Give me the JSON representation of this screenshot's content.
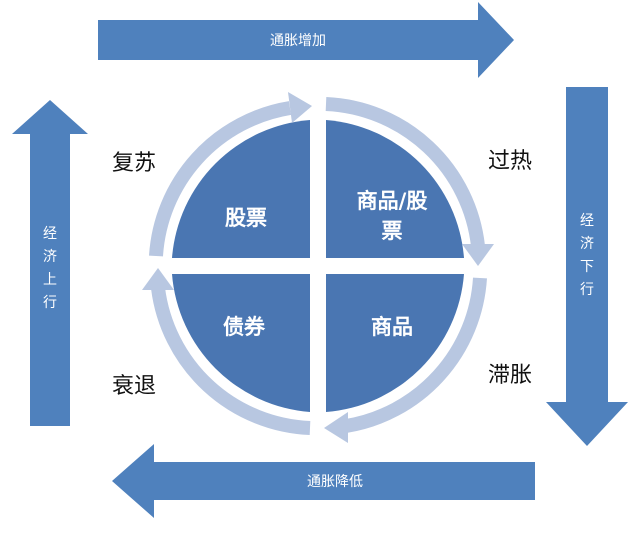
{
  "arrows": {
    "top": "通胀增加",
    "right": [
      "经",
      "济",
      "下",
      "行"
    ],
    "bottom": "通胀降低",
    "left": [
      "经",
      "济",
      "上",
      "行"
    ]
  },
  "quadrants": {
    "top_left": [
      "股票"
    ],
    "top_right": [
      "商品/股",
      "票"
    ],
    "bottom_left": [
      "债券"
    ],
    "bottom_right": [
      "商品"
    ]
  },
  "phases": {
    "top_left": "复苏",
    "top_right": "过热",
    "bottom_right": "滞胀",
    "bottom_left": "衰退"
  },
  "colors": {
    "arrow_blue": "#4f81bd",
    "quad_blue": "#4a76b2",
    "ring_light": "#b8c7e1",
    "text_dark": "#111111"
  }
}
